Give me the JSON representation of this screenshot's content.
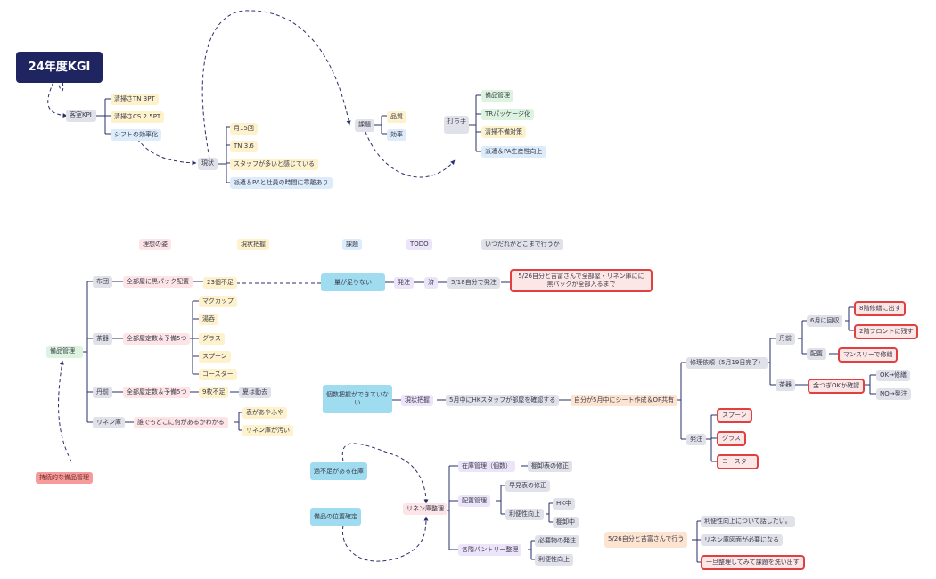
{
  "top": {
    "kgi": "24年度KGI",
    "kpi": "客室KPI",
    "kpi_items": [
      "清掃さTN 3PT",
      "清掃さCS 2.5PT",
      "シフトの効率化"
    ],
    "status": "現状",
    "status_items": [
      "月15回",
      "TN 3.6",
      "スタッフが多いと感じている",
      "派遣＆PAと社員の時間に乖離あり"
    ],
    "issue": "課題",
    "issue_items": [
      "品質",
      "効率"
    ],
    "measures": "打ち手",
    "measure_items": [
      "備品管理",
      "TRパッケージ化",
      "清掃不備対策",
      "派遣＆PA生産性向上"
    ]
  },
  "headers": [
    "理想の姿",
    "現状把握",
    "課題",
    "TODO",
    "いつだれがどこまで行うか"
  ],
  "mid": {
    "root": "備品管理",
    "sustain": "持続的な備品管理",
    "cats": [
      "布団",
      "茶器",
      "丹前",
      "リネン庫"
    ],
    "ideal": [
      "全部屋に黒パック配置",
      "全部屋定数＆予備5つ",
      "全部屋定数＆予備5つ",
      "誰でもどこに何があるかわかる"
    ],
    "futon_now": "23個不足",
    "futon_issue": "量が足りない",
    "futon_todo": [
      "発注",
      "済"
    ],
    "futon_when": "5/18自分で発注",
    "futon_result": "5/26自分と吉富さんで全部屋・リネン庫にに黒パックが全部入るまで",
    "chaki_items": [
      "マグカップ",
      "湯呑",
      "グラス",
      "スプーン",
      "コースター"
    ],
    "tanzen_now": "9枚不足",
    "tanzen_sub": "夏は動去",
    "linen_items": [
      "表があやふや",
      "リネン庫が汚い"
    ],
    "count_issue": "個数把握ができていない",
    "count_todo": "現状把握",
    "count_when": "5月中にHKスタッフが部屋を確認する",
    "count_share": "自分が5月中にシート作成＆OP共有",
    "repair": "修理依頼（5月19日完了）",
    "order": "発注",
    "tanzen2": "丹前",
    "chaki2": "茶器",
    "collect": "6月に回収",
    "to_8f": "8階修繕に出す",
    "to_2f": "2階フロントに残す",
    "place": "配置",
    "monthly": "マンスリーで修繕",
    "ok_check": "金つぎOKか確認",
    "ok": "OK→修繕",
    "no": "NO→発注",
    "order_items": [
      "スプーン",
      "グラス",
      "コースター"
    ]
  },
  "bottom": {
    "a": "過不足がある在庫",
    "b": "備品の位置確定",
    "linen": "リネン庫整理",
    "stock": "在庫管理（個数）",
    "stock_sub": "棚卸表の修正",
    "layout": "配置管理",
    "layout_items": [
      "早見表の修正",
      "利便性向上"
    ],
    "hk": [
      "HK中",
      "棚卸中"
    ],
    "pantry": "各階パントリー整理",
    "pantry_items": [
      "必要物の発注",
      "利便性向上"
    ],
    "plan": "5/26自分と吉富さんで行う",
    "plan_items": [
      "利便性向上について話したい。",
      "リネン庫図面が必要になる",
      "一旦整理してみて課題を洗い出す"
    ]
  }
}
